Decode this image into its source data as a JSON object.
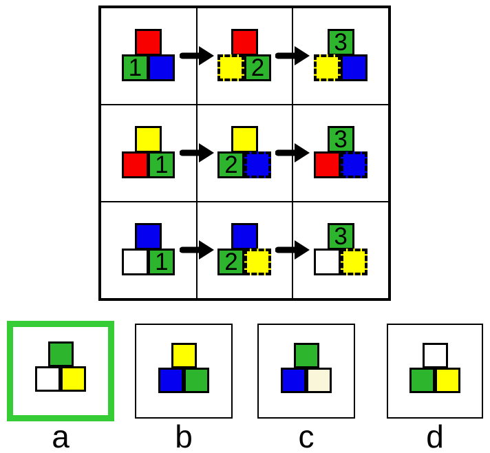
{
  "colors": {
    "red": "#f80000",
    "green": "#2db52d",
    "blue": "#0500f0",
    "yellow": "#ffff00",
    "white": "#ffffff",
    "cream": "#faf6da",
    "outline": "#000000",
    "selection": "#35cc35"
  },
  "puzzle": {
    "grid": {
      "rows": [
        {
          "cells": [
            {
              "pieces": [
                {
                  "pos": "top",
                  "color": "red",
                  "z": 1
                },
                {
                  "pos": "bl",
                  "color": "green",
                  "label": "1",
                  "z": 3
                },
                {
                  "pos": "br",
                  "color": "blue",
                  "z": 2
                }
              ]
            },
            {
              "pieces": [
                {
                  "pos": "top",
                  "color": "red",
                  "z": 1
                },
                {
                  "pos": "bl",
                  "color": "yellow",
                  "dashed": true,
                  "z": 2
                },
                {
                  "pos": "br",
                  "color": "green",
                  "label": "2",
                  "z": 3
                }
              ]
            },
            {
              "pieces": [
                {
                  "pos": "top",
                  "color": "green",
                  "label": "3",
                  "z": 1
                },
                {
                  "pos": "bl",
                  "color": "yellow",
                  "dashed": true,
                  "z": 2
                },
                {
                  "pos": "br",
                  "color": "blue",
                  "z": 3
                }
              ]
            }
          ]
        },
        {
          "cells": [
            {
              "pieces": [
                {
                  "pos": "top",
                  "color": "yellow",
                  "z": 1
                },
                {
                  "pos": "bl",
                  "color": "red",
                  "z": 2
                },
                {
                  "pos": "br",
                  "color": "green",
                  "label": "1",
                  "z": 3
                }
              ]
            },
            {
              "pieces": [
                {
                  "pos": "top",
                  "color": "yellow",
                  "z": 1
                },
                {
                  "pos": "bl",
                  "color": "green",
                  "label": "2",
                  "z": 3
                },
                {
                  "pos": "br",
                  "color": "blue",
                  "dashed": true,
                  "z": 2
                }
              ]
            },
            {
              "pieces": [
                {
                  "pos": "top",
                  "color": "green",
                  "label": "3",
                  "z": 1
                },
                {
                  "pos": "bl",
                  "color": "red",
                  "z": 2
                },
                {
                  "pos": "br",
                  "color": "blue",
                  "dashed": true,
                  "z": 3
                }
              ]
            }
          ]
        },
        {
          "cells": [
            {
              "pieces": [
                {
                  "pos": "top",
                  "color": "blue",
                  "z": 1
                },
                {
                  "pos": "bl",
                  "color": "white",
                  "z": 2
                },
                {
                  "pos": "br",
                  "color": "green",
                  "label": "1",
                  "z": 3
                }
              ]
            },
            {
              "pieces": [
                {
                  "pos": "top",
                  "color": "blue",
                  "z": 1
                },
                {
                  "pos": "bl",
                  "color": "green",
                  "label": "2",
                  "z": 3
                },
                {
                  "pos": "br",
                  "color": "yellow",
                  "dashed": true,
                  "z": 2
                }
              ]
            },
            {
              "pieces": [
                {
                  "pos": "top",
                  "color": "green",
                  "label": "3",
                  "z": 1
                },
                {
                  "pos": "bl",
                  "color": "white",
                  "z": 2
                },
                {
                  "pos": "br",
                  "color": "yellow",
                  "dashed": true,
                  "z": 3
                }
              ]
            }
          ]
        }
      ]
    }
  },
  "options": [
    {
      "label": "a",
      "selected": true,
      "pieces": [
        {
          "pos": "top",
          "color": "green",
          "z": 1
        },
        {
          "pos": "bl",
          "color": "white",
          "z": 2
        },
        {
          "pos": "br",
          "color": "yellow",
          "z": 3
        }
      ]
    },
    {
      "label": "b",
      "selected": false,
      "pieces": [
        {
          "pos": "top",
          "color": "yellow",
          "z": 1
        },
        {
          "pos": "bl",
          "color": "blue",
          "z": 2
        },
        {
          "pos": "br",
          "color": "green",
          "z": 3
        }
      ]
    },
    {
      "label": "c",
      "selected": false,
      "pieces": [
        {
          "pos": "top",
          "color": "green",
          "z": 1
        },
        {
          "pos": "bl",
          "color": "blue",
          "z": 2
        },
        {
          "pos": "br",
          "color": "cream",
          "z": 3
        }
      ]
    },
    {
      "label": "d",
      "selected": false,
      "pieces": [
        {
          "pos": "top",
          "color": "white",
          "z": 1
        },
        {
          "pos": "bl",
          "color": "green",
          "z": 2
        },
        {
          "pos": "br",
          "color": "yellow",
          "z": 3
        }
      ]
    }
  ]
}
